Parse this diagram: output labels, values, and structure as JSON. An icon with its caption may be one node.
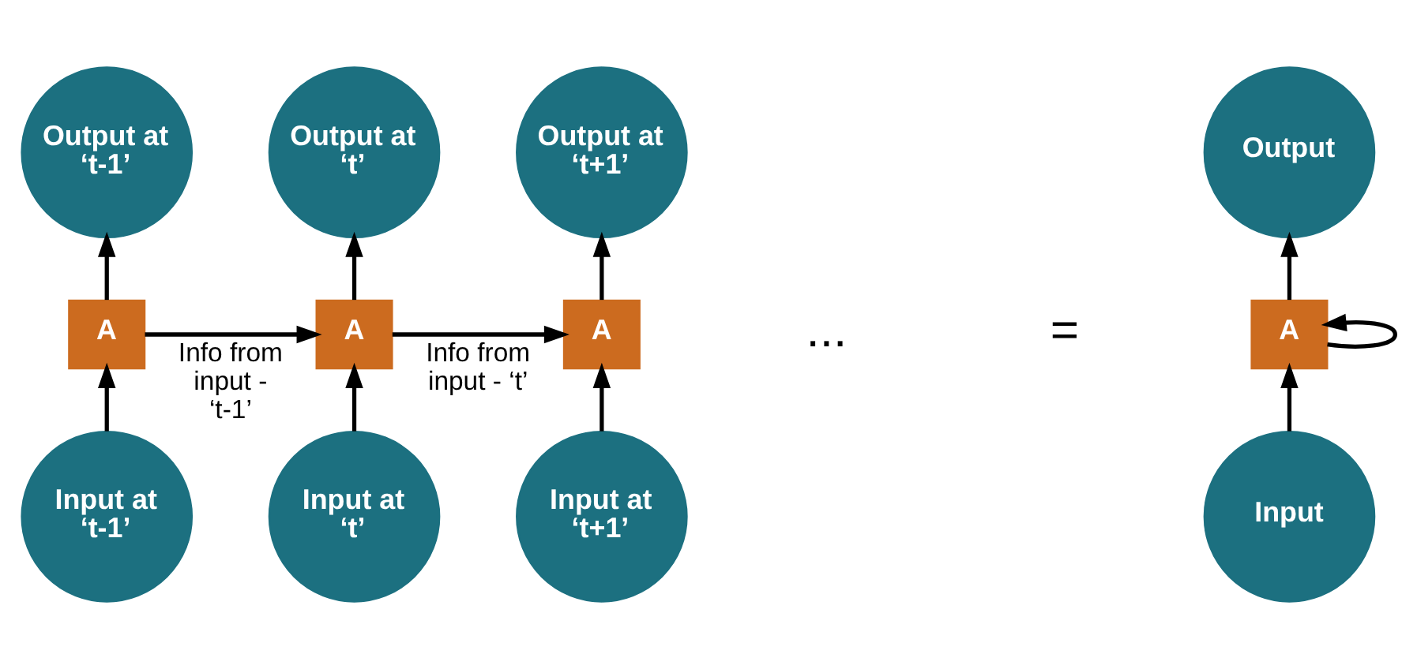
{
  "diagram": {
    "nodes": [
      {
        "text": [
          "Output at ‘t-1’"
        ]
      },
      {
        "text": [
          "Output at ‘t’"
        ]
      },
      {
        "text": [
          "Output at ‘t+1’"
        ]
      },
      {
        "text": [
          "Output"
        ]
      },
      {
        "text": [
          "A"
        ]
      },
      {
        "text": [
          "A"
        ]
      },
      {
        "text": [
          "A"
        ]
      },
      {
        "text": [
          "A"
        ]
      },
      {
        "text": [
          "Input at ‘t-1’"
        ]
      },
      {
        "text": [
          "Input at ‘t’"
        ]
      },
      {
        "text": [
          "Input at ‘t+1’"
        ]
      },
      {
        "text": [
          "Input"
        ]
      }
    ],
    "edges": [
      {
        "from": 8,
        "to": 4,
        "arrow": "to"
      },
      {
        "from": 9,
        "to": 5,
        "arrow": "to"
      },
      {
        "from": 10,
        "to": 6,
        "arrow": "to"
      },
      {
        "from": 11,
        "to": 7,
        "arrow": "to"
      },
      {
        "from": 4,
        "to": 0,
        "arrow": "to"
      },
      {
        "from": 5,
        "to": 1,
        "arrow": "to"
      },
      {
        "from": 6,
        "to": 2,
        "arrow": "to"
      },
      {
        "from": 7,
        "to": 3,
        "arrow": "to"
      },
      {
        "from": 4,
        "to": 5,
        "arrow": "to",
        "label": "Info from input - ‘t-1’"
      },
      {
        "from": 5,
        "to": 6,
        "arrow": "to",
        "label": "Info from input - ‘t’"
      },
      {
        "from": 7,
        "to": 7,
        "arrow": "to"
      }
    ],
    "labels": [
      "...",
      "="
    ]
  }
}
